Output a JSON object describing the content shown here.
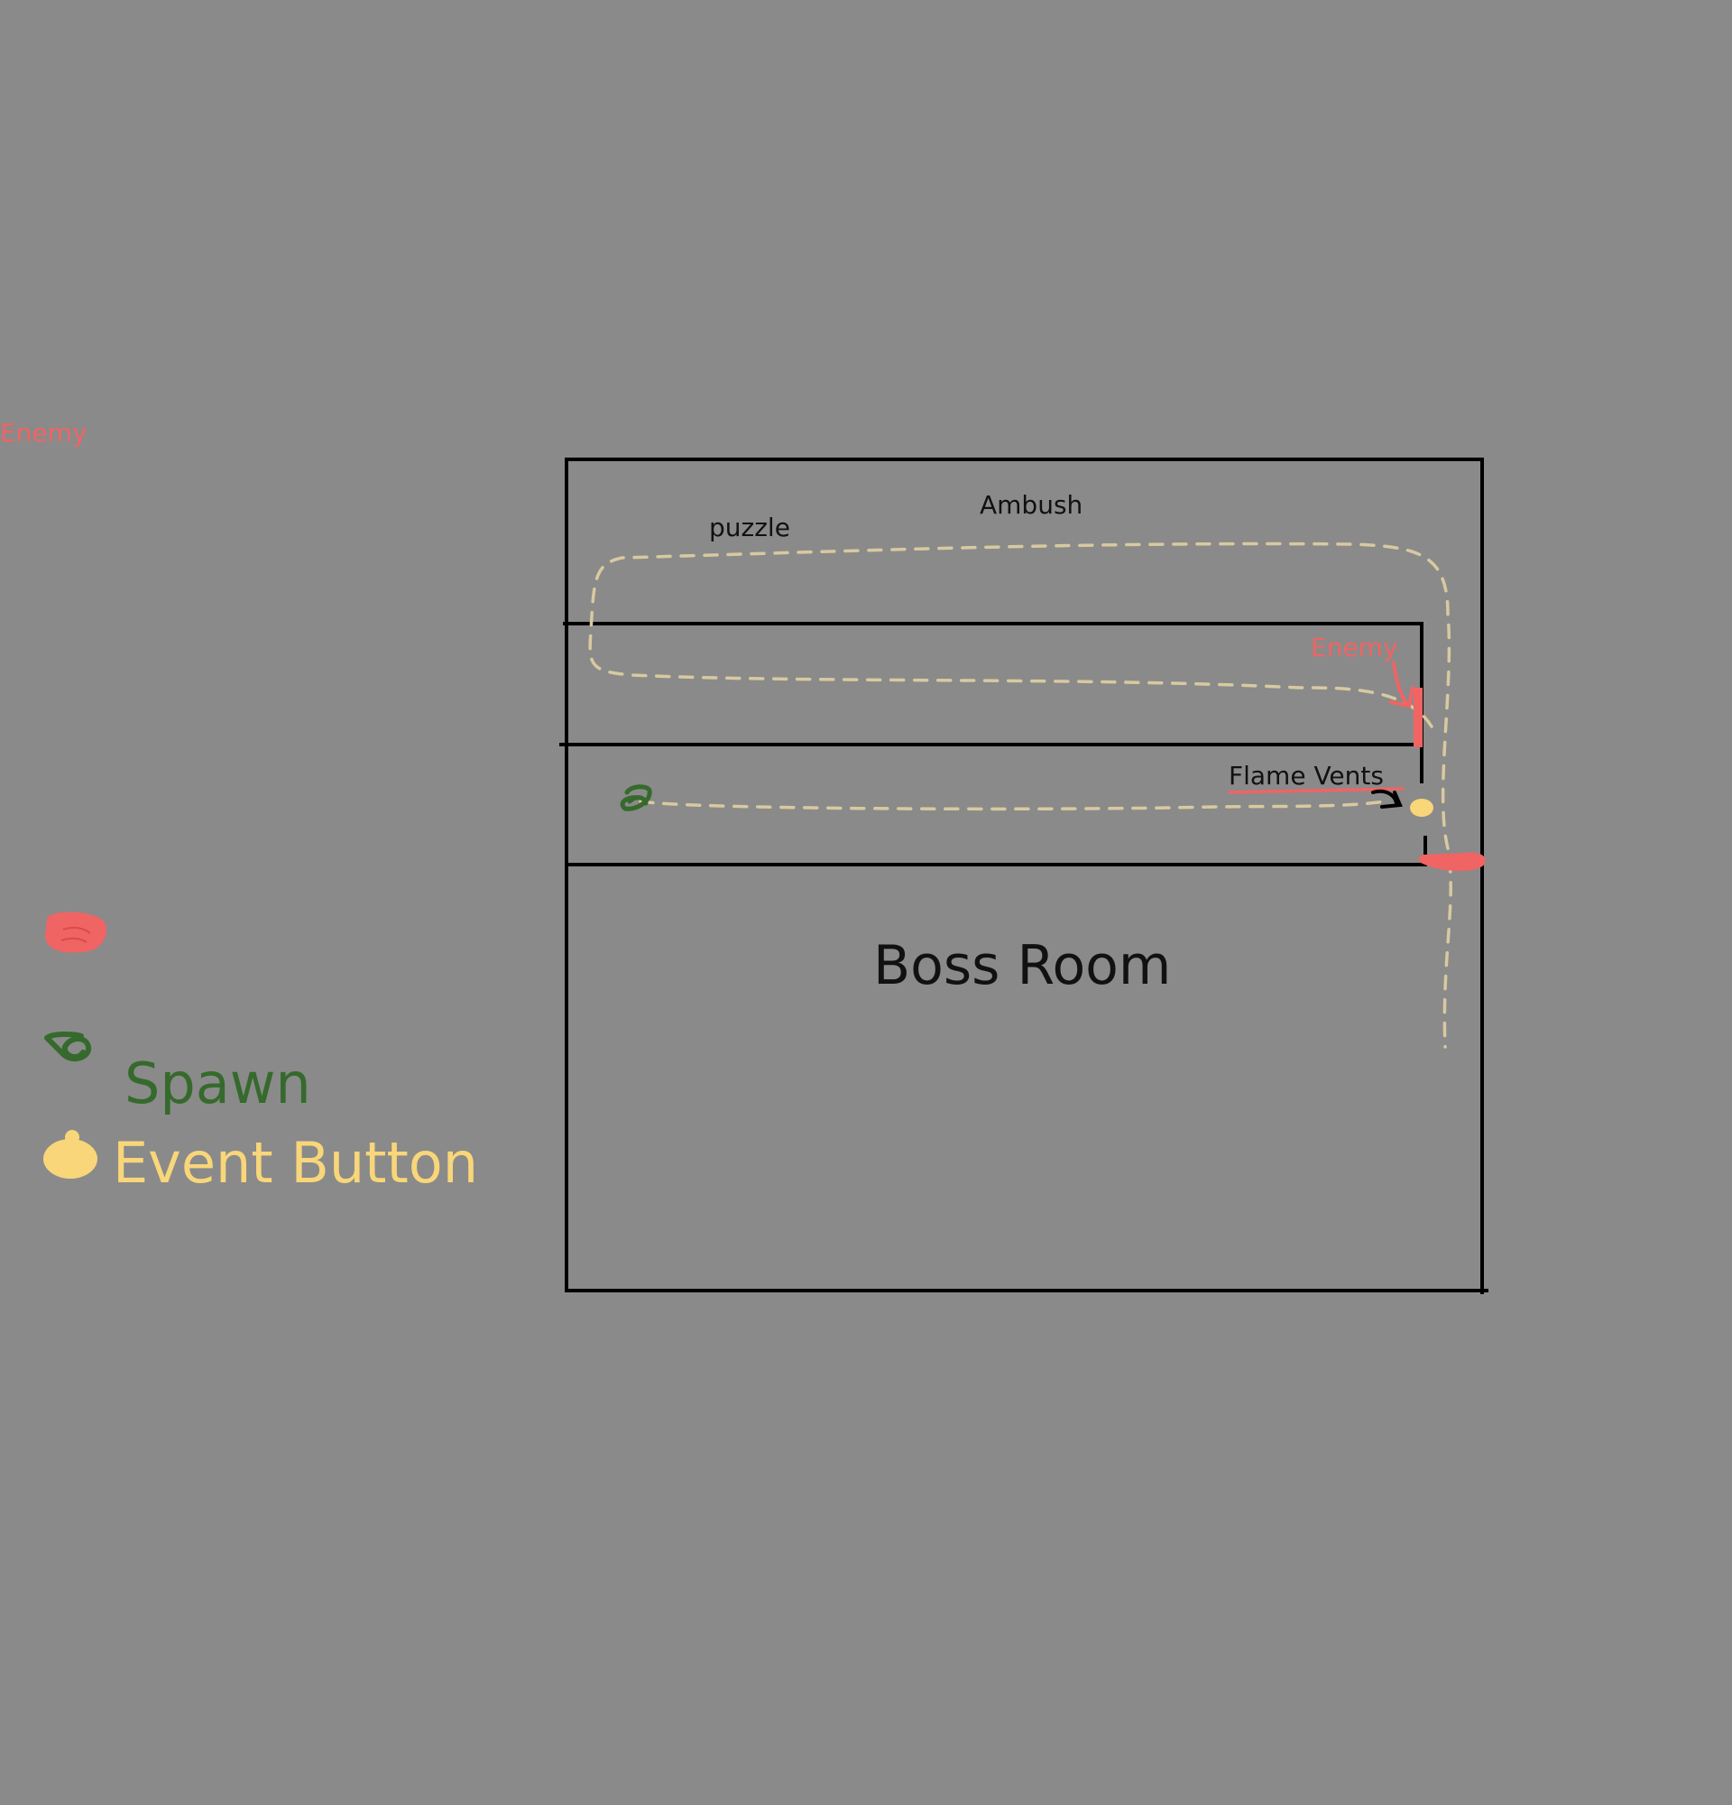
{
  "labels": {
    "puzzle": "puzzle",
    "ambush": "Ambush",
    "enemy_corridor": "Enemy",
    "flame_vents": "Flame Vents",
    "boss_room": "Boss Room"
  },
  "legend": {
    "enemy": "Enemy",
    "spawn": "Spawn",
    "event_button": "Event Button"
  },
  "colors": {
    "background": "#8a8a8a",
    "wall": "#000000",
    "path": "#d8c9a0",
    "enemy": "#f06464",
    "spawn": "#356a2c",
    "event_button": "#f8d679",
    "text": "#111111"
  },
  "icons": {
    "enemy": "red-scribble-blob",
    "spawn": "green-scribble-blob",
    "event_button": "yellow-dot-blob"
  }
}
